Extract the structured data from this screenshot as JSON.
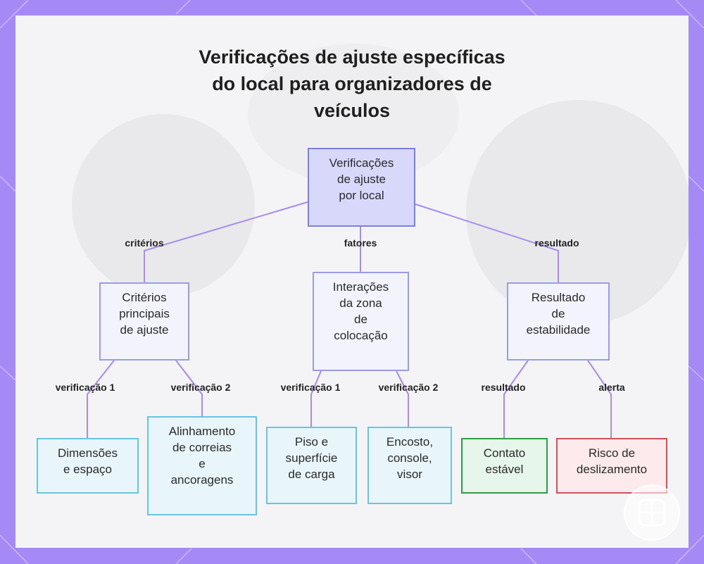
{
  "diagram": {
    "title": "Verificações de ajuste específicas\ndo local para organizadores de\nveículos",
    "nodes": {
      "root": "Verificações\nde ajuste\npor local",
      "criteria": "Critérios\nprincipais\nde ajuste",
      "interactions": "Interações\nda zona\nde\ncolocação",
      "outcome": "Resultado\nde\nestabilidade",
      "dimensions": "Dimensões\ne espaço",
      "straps": "Alinhamento\nde correias\ne\nancoragens",
      "floor": "Piso e\nsuperfície\nde carga",
      "backrest": "Encosto,\nconsole,\nvisor",
      "stable": "Contato\nestável",
      "slip": "Risco de\ndeslizamento"
    },
    "edges": {
      "criterios": "critérios",
      "fatores": "fatores",
      "resultado_top": "resultado",
      "verif1_left": "verificação 1",
      "verif2_left": "verificação 2",
      "verif1_mid": "verificação 1",
      "verif2_mid": "verificação 2",
      "resultado_bottom": "resultado",
      "alerta": "alerta"
    },
    "colors": {
      "frame": "#a58af6",
      "root_fill": "#d8d8fb",
      "leaf_border": "#69c6e0",
      "success_border": "#2e9d48",
      "alert_border": "#d84d5a",
      "link": "#a78bef"
    }
  }
}
